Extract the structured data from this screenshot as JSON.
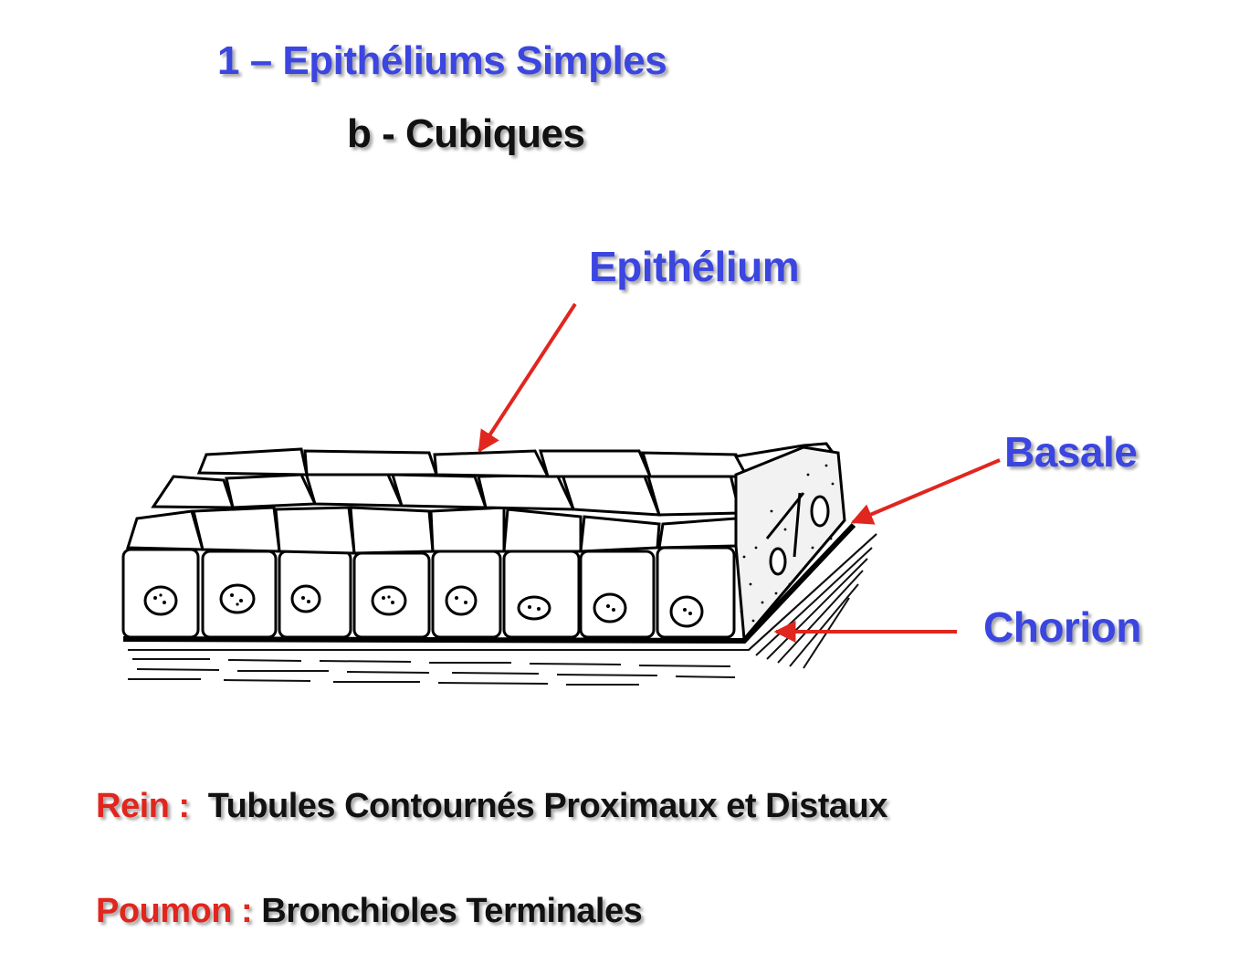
{
  "title": "1 – Epithéliums Simples",
  "subtitle": "b - Cubiques",
  "labels": {
    "epithelium": "Epithélium",
    "basale": "Basale",
    "chorion": "Chorion"
  },
  "examples": [
    {
      "organ": "Rein :",
      "description": "Tubules Contournés Proximaux et Distaux"
    },
    {
      "organ": "Poumon :",
      "description": "Bronchioles Terminales"
    }
  ],
  "colors": {
    "heading_blue": "#3b45e0",
    "organ_red": "#e0261e",
    "arrow_red": "#e0261e"
  }
}
